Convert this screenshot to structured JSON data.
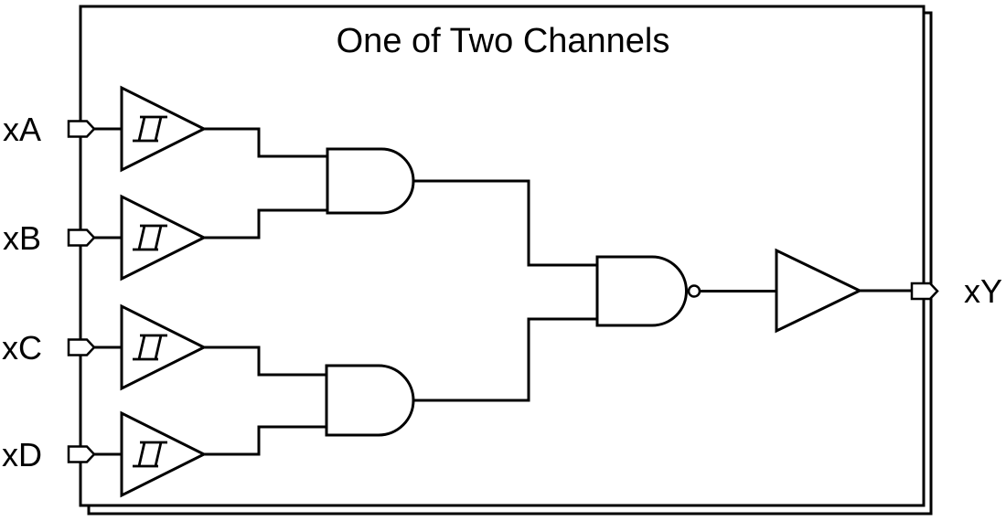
{
  "title": "One of Two Channels",
  "colors": {
    "line": "#000000",
    "background": "#ffffff"
  },
  "inputs": [
    {
      "label": "xA"
    },
    {
      "label": "xB"
    },
    {
      "label": "xC"
    },
    {
      "label": "xD"
    }
  ],
  "output": {
    "label": "xY"
  },
  "gates": {
    "input_buffers": "schmitt-trigger-buffer-icon (4, one per input)",
    "and_gates": "and-gate-icon (2: xA·xB and xC·xD)",
    "combiner": "nand-gate-icon (with inversion bubble)",
    "output_buffer": "buffer-triangle-icon"
  }
}
